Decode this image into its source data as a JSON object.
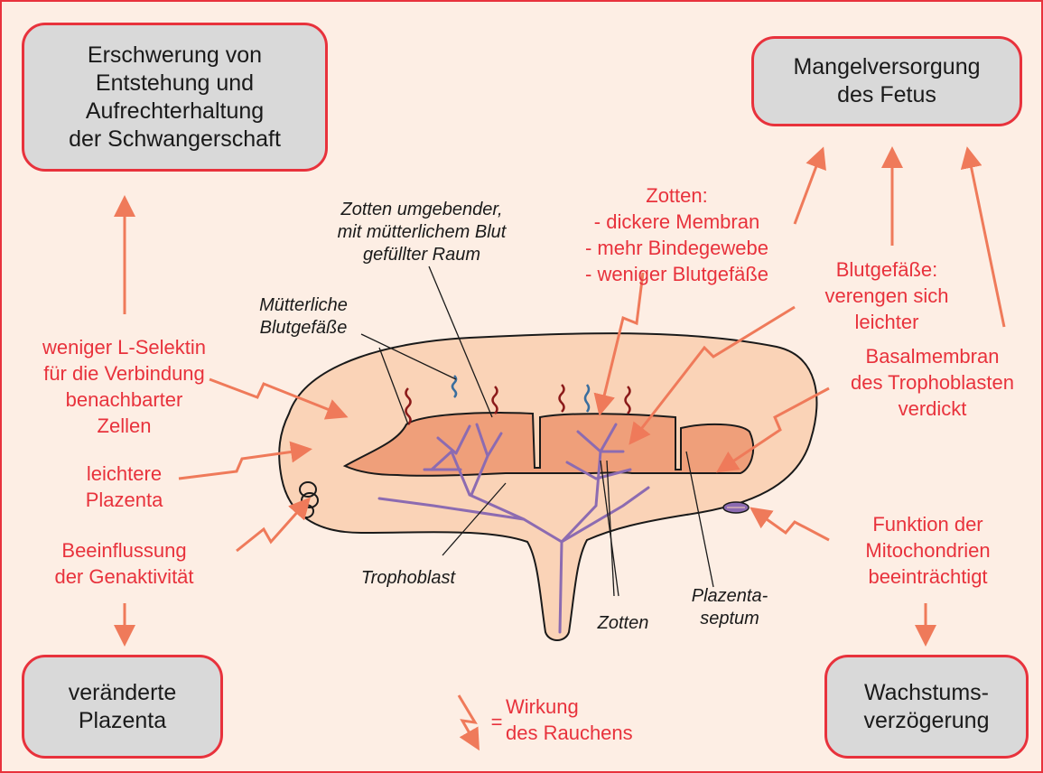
{
  "colors": {
    "accent_red": "#e8323c",
    "arrow_orange": "#ef7a5a",
    "box_gray": "#d9d9d9",
    "background_peach": "#fdeee4",
    "placenta_light": "#fad3b7",
    "placenta_dark": "#ef9f7a",
    "vessel_purple": "#8c6bb1"
  },
  "boxes": {
    "top_left": [
      "Erschwerung von",
      "Entstehung und",
      "Aufrechterhaltung",
      "der Schwangerschaft"
    ],
    "top_right": [
      "Mangelversorgung",
      "des Fetus"
    ],
    "bottom_left": [
      "veränderte",
      "Plazenta"
    ],
    "bottom_right": [
      "Wachstums-",
      "verzögerung"
    ]
  },
  "effects": {
    "l_selektin": [
      "weniger L-Selektin",
      "für die Verbindung",
      "benachbarter",
      "Zellen"
    ],
    "plazenta": [
      "leichtere",
      "Plazenta"
    ],
    "genaktivitaet": [
      "Beeinflussung",
      "der Genaktivität"
    ],
    "zotten": [
      "Zotten:",
      "- dickere Membran",
      "- mehr Bindegewebe",
      "- weniger Blutgefäße"
    ],
    "blutgefaesse": [
      "Blutgefäße:",
      "verengen sich",
      "leichter"
    ],
    "basalmembran": [
      "Basalmembran",
      "des Trophoblasten",
      "verdickt"
    ],
    "mitochondrien": [
      "Funktion der",
      "Mitochondrien",
      "beeinträchtigt"
    ]
  },
  "anatomy": {
    "raum": [
      "Zotten umgebender,",
      "mit mütterlichem Blut",
      "gefüllter Raum"
    ],
    "gefaesse": [
      "Mütterliche",
      "Blutgefäße"
    ],
    "trophoblast": [
      "Trophoblast"
    ],
    "zotten": [
      "Zotten"
    ],
    "septum": [
      "Plazenta-",
      "septum"
    ]
  },
  "legend": [
    "Wirkung",
    "des Rauchens"
  ],
  "legend_symbol": "=",
  "icons": {
    "legend": "lightning-arrow-icon"
  }
}
